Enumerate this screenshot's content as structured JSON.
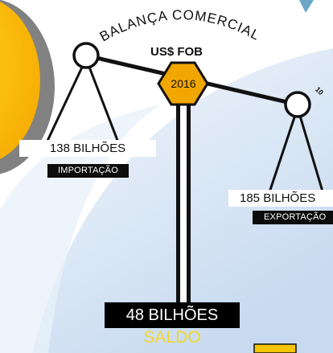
{
  "title": "BALANÇA COMERCIAL",
  "subtitle": "US$ FOB",
  "year": "2016",
  "page_marker": "10",
  "import": {
    "value": "138 BILHÕES",
    "label": "IMPORTAÇÃO"
  },
  "export": {
    "value": "185 BILHÕES",
    "label": "EXPORTAÇÃO"
  },
  "balance": {
    "value": "48 BILHÕES",
    "label": "SALDO"
  },
  "colors": {
    "accent_yellow": "#f5b800",
    "hexagon": "#f2a600",
    "balance_label": "#f2d72b",
    "background_blue": "#dbe8f5"
  }
}
